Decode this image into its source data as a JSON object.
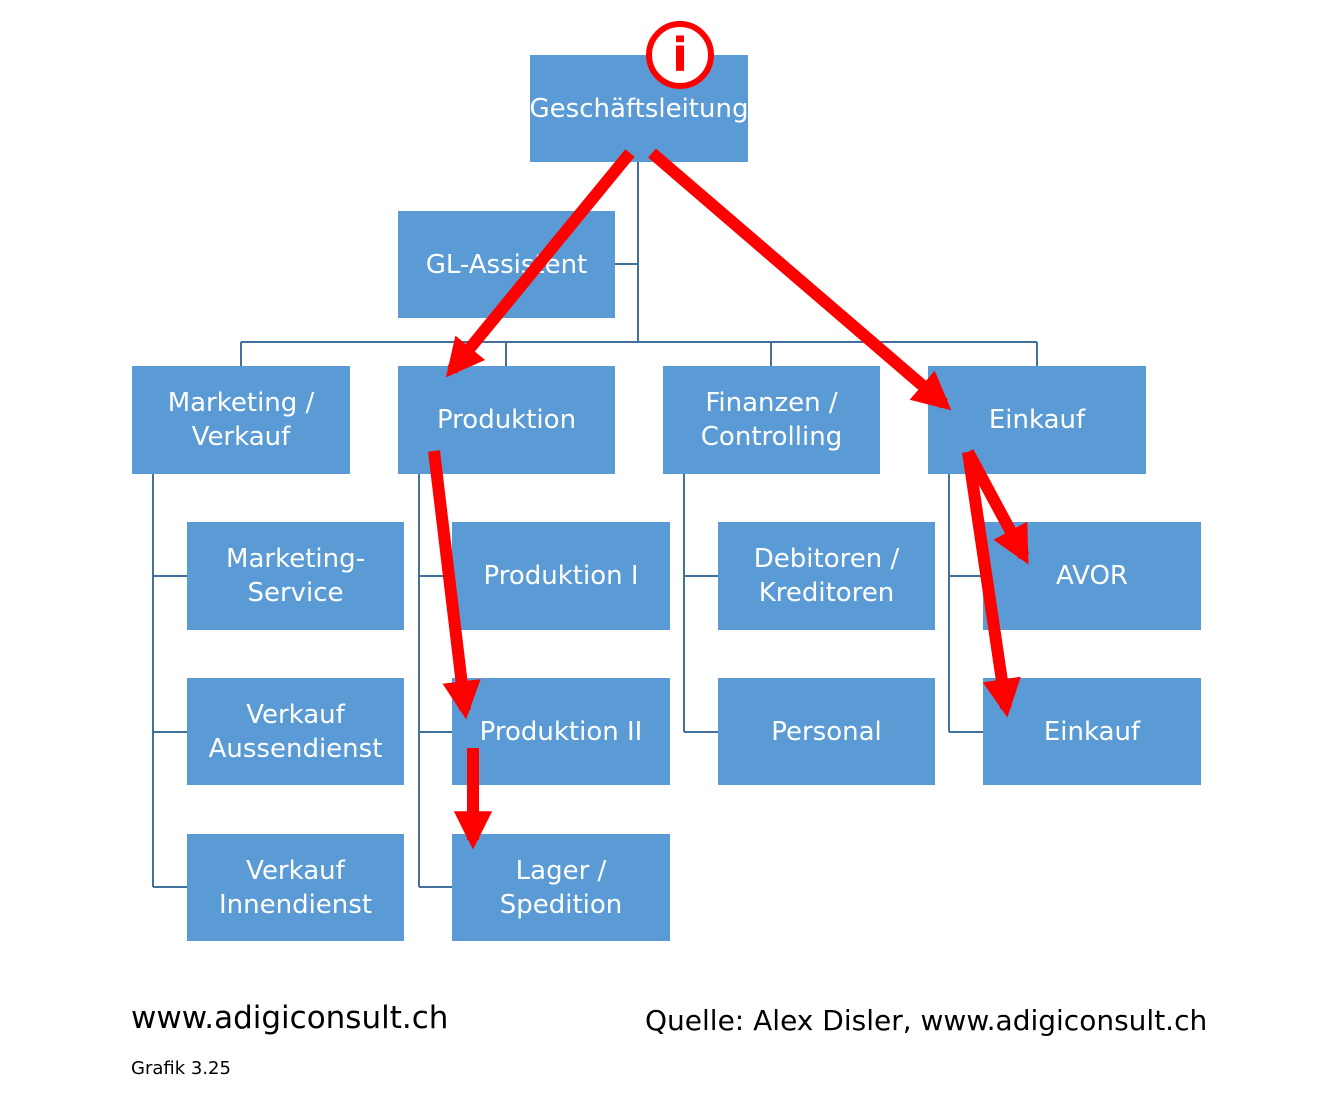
{
  "colors": {
    "box_fill": "#5b9bd5",
    "connector": "#41719c",
    "arrow": "#ff0000",
    "text": "#ffffff"
  },
  "info_icon": {
    "icon": "info-icon",
    "glyph": "i"
  },
  "nodes": {
    "gl": "Geschäftsleitung",
    "assistent": "GL-Assistent",
    "marketing": "Marketing /\nVerkauf",
    "produktion": "Produktion",
    "finanzen": "Finanzen /\nControlling",
    "einkauf": "Einkauf",
    "marketing_service": "Marketing-\nService",
    "verkauf_aussendienst": "Verkauf\nAussendienst",
    "verkauf_innendienst": "Verkauf\nInnendienst",
    "produktion_1": "Produktion I",
    "produktion_2": "Produktion II",
    "lager": "Lager / Spedition",
    "debitoren": "Debitoren /\nKreditoren",
    "personal": "Personal",
    "avor": "AVOR",
    "einkauf_sub": "Einkauf"
  },
  "footer": {
    "left": "www.adigiconsult.ch",
    "right": "Quelle: Alex Disler, www.adigiconsult.ch",
    "caption": "Grafik 3.25"
  }
}
